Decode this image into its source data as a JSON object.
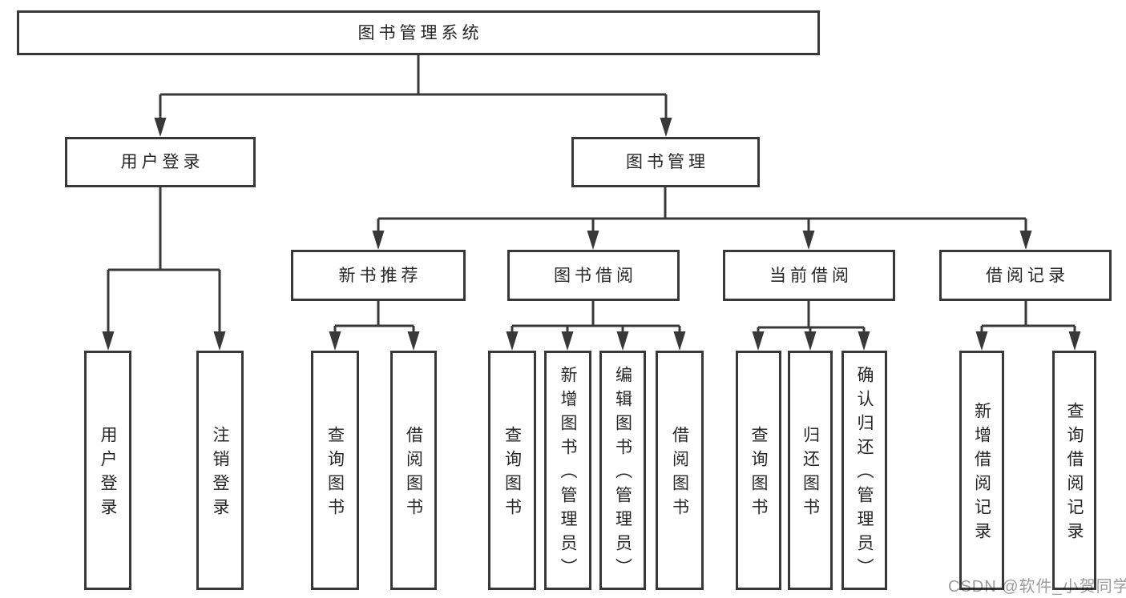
{
  "colors": {
    "line": "#383838",
    "text": "#262626",
    "box_bg": "#ffffff",
    "background": "#ffffff",
    "watermark": "#9c9c9c"
  },
  "watermark": {
    "text": "CSDN @软件_小贺同学"
  },
  "tree": {
    "root": {
      "label": "图书管理系统"
    },
    "branches": [
      {
        "label": "用户登录",
        "children": [
          {
            "label": "用户登录"
          },
          {
            "label": "注销登录"
          }
        ]
      },
      {
        "label": "图书管理",
        "children": [
          {
            "label": "新书推荐",
            "children": [
              {
                "label": "查询图书"
              },
              {
                "label": "借阅图书"
              }
            ]
          },
          {
            "label": "图书借阅",
            "children": [
              {
                "label": "查询图书"
              },
              {
                "label": "新增图书（管理员）"
              },
              {
                "label": "编辑图书（管理员）"
              },
              {
                "label": "借阅图书"
              }
            ]
          },
          {
            "label": "当前借阅",
            "children": [
              {
                "label": "查询图书"
              },
              {
                "label": "归还图书"
              },
              {
                "label": "确认归还（管理员）"
              }
            ]
          },
          {
            "label": "借阅记录",
            "children": [
              {
                "label": "新增借阅记录"
              },
              {
                "label": "查询借阅记录"
              }
            ]
          }
        ]
      }
    ]
  }
}
